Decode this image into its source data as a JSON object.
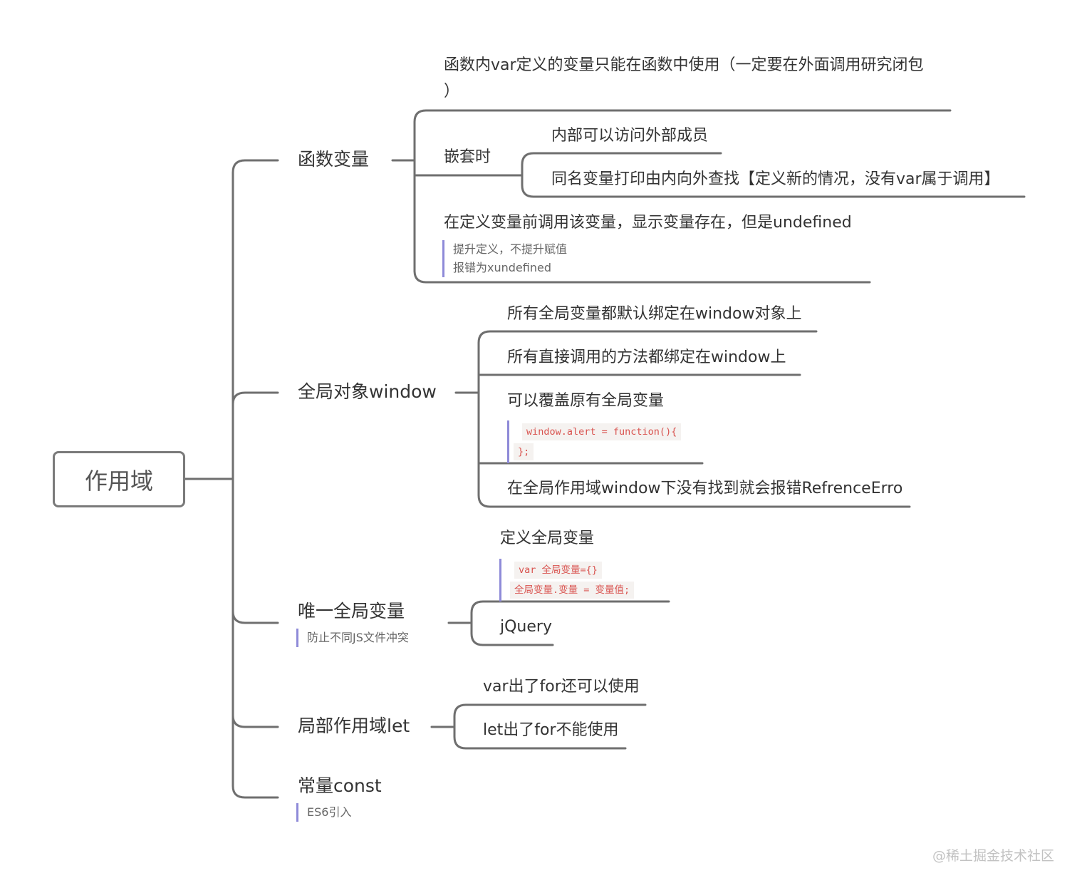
{
  "colors": {
    "line": "#6f6f6f",
    "note_bar": "#8e8ad8",
    "code_text": "#d9534f",
    "code_bg": "#f5f2f0",
    "watermark": "#c2c2c2"
  },
  "root": "作用域",
  "branches": {
    "func": {
      "label": "函数变量",
      "c1_line1": "函数内var定义的变量只能在函数中使用（一定要在外面调用研究闭包",
      "c1_line2": "）",
      "nested": "嵌套时",
      "nested_a": "内部可以访问外部成员",
      "nested_b": "同名变量打印由内向外查找【定义新的情况，没有var属于调用】",
      "c3": "在定义变量前调用该变量，显示变量存在，但是undefined",
      "c3_note1": "提升定义，不提升赋值",
      "c3_note2": "报错为xundefined"
    },
    "window": {
      "label": "全局对象window",
      "c1": "所有全局变量都默认绑定在window对象上",
      "c2": "所有直接调用的方法都绑定在window上",
      "c3": "可以覆盖原有全局变量",
      "c3_code1": "window.alert = function(){",
      "c3_code2": "};",
      "c4": "在全局作用域window下没有找到就会报错RefrenceErro"
    },
    "global": {
      "label": "唯一全局变量",
      "note": "防止不同JS文件冲突",
      "c1": "定义全局变量",
      "c1_code1": "var 全局变量={}",
      "c1_code2": "全局变量.变量 = 变量值;",
      "c2": "jQuery"
    },
    "let": {
      "label": "局部作用域let",
      "c1": "var出了for还可以使用",
      "c2": "let出了for不能使用"
    },
    "const": {
      "label": "常量const",
      "note": "ES6引入"
    }
  },
  "watermark": "@稀土掘金技术社区"
}
